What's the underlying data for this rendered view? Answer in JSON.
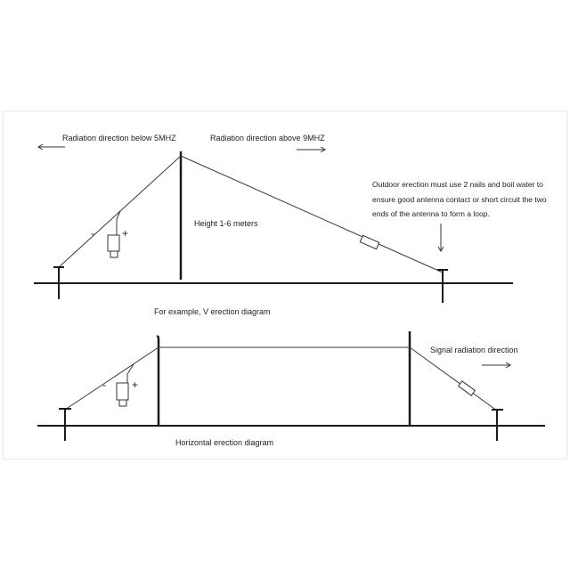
{
  "colors": {
    "ink": "#1a1a1a",
    "wire": "#3a3a3a",
    "frame": "#e4e4e4",
    "background": "#ffffff"
  },
  "top_diagram": {
    "label_left": "Radiation direction below 5MHZ",
    "label_right": "Radiation direction above 9MHZ",
    "height_label": "Height 1-6 meters",
    "note_lines": [
      "Outdoor erection must use 2 nails and boil water to",
      "ensure good antenna contact or short circuit the two",
      "ends of the antenna to form a loop."
    ],
    "balun_minus": "-",
    "balun_plus": "+",
    "caption": "For example, V erection diagram"
  },
  "bottom_diagram": {
    "label_signal": "Signal radiation direction",
    "balun_minus": "-",
    "balun_plus": "+",
    "caption": "Horizontal erection diagram"
  }
}
